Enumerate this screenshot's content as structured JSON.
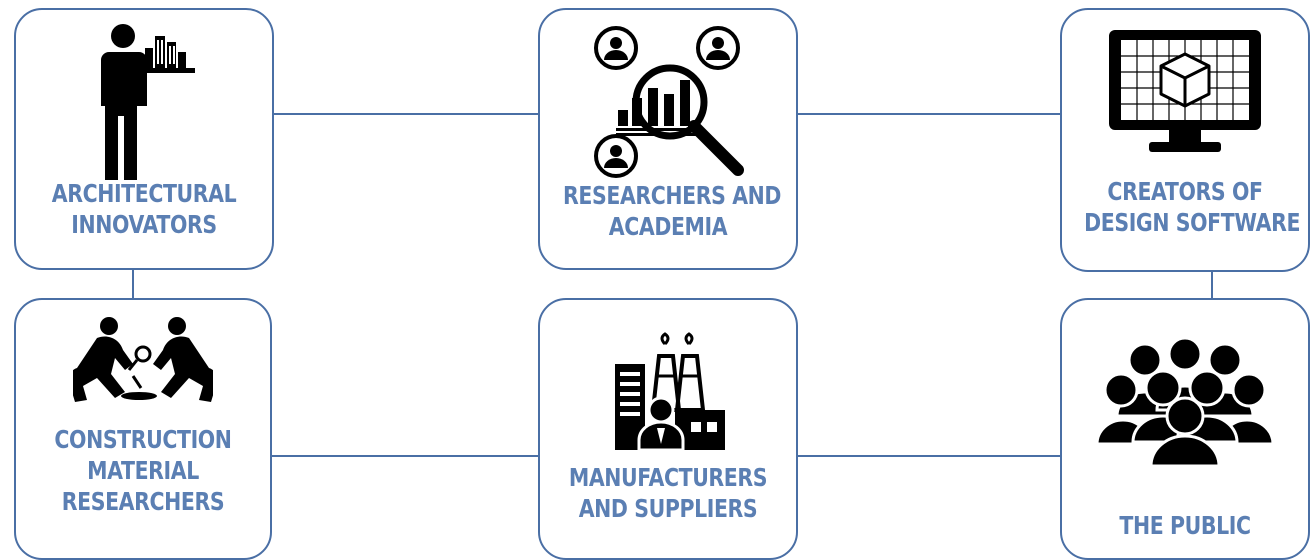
{
  "nodes": {
    "architectural_innovators": {
      "lines": [
        "ARCHITECTURAL",
        "INNOVATORS"
      ],
      "icon": "person-holding-building-tray-icon"
    },
    "researchers_academia": {
      "lines": [
        "RESEARCHERS AND",
        "ACADEMIA"
      ],
      "icon": "research-magnifier-people-icon"
    },
    "design_software": {
      "lines": [
        "CREATORS OF",
        "DESIGN SOFTWARE"
      ],
      "icon": "monitor-cube-icon"
    },
    "construction_material": {
      "lines": [
        "CONSTRUCTION",
        "MATERIAL",
        "RESEARCHERS"
      ],
      "icon": "two-researchers-inspecting-icon"
    },
    "manufacturers": {
      "lines": [
        "MANUFACTURERS",
        "AND SUPPLIERS"
      ],
      "icon": "factory-worker-icon"
    },
    "public": {
      "lines": [
        "THE PUBLIC"
      ],
      "icon": "crowd-icon"
    }
  },
  "colors": {
    "border": "#4a6fa5",
    "label": "#5b7fb3",
    "icon": "#000000"
  }
}
